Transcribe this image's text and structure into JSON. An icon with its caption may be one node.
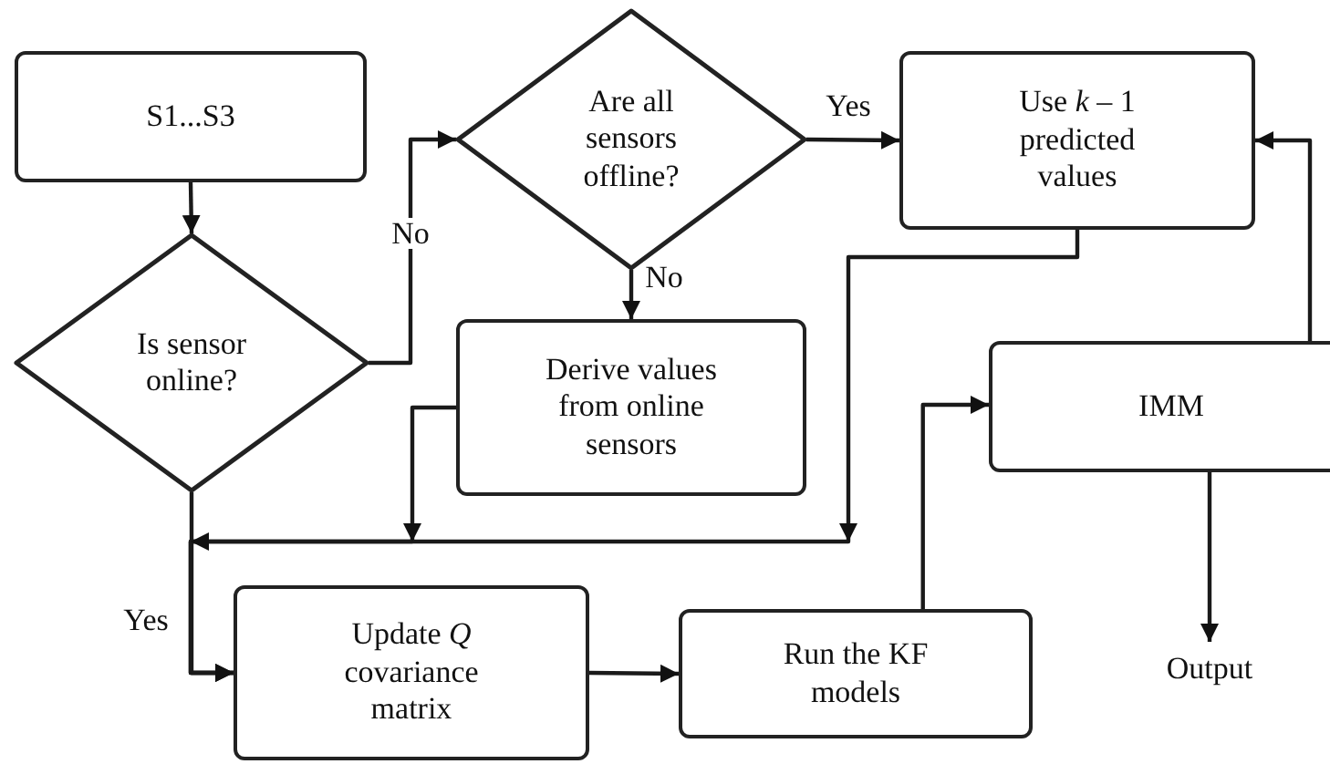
{
  "diagram": {
    "nodes": [
      {
        "text": [
          "S1...S3"
        ]
      },
      {
        "text": [
          "Is sensor online?"
        ]
      },
      {
        "text": [
          "Are all sensors offline?"
        ]
      },
      {
        "text": [
          "Use *k* – 1 predicted values"
        ]
      },
      {
        "text": [
          "Derive values from online sensors"
        ]
      },
      {
        "text": [
          "IMM"
        ]
      },
      {
        "text": [
          "Update *Q* covariance matrix"
        ]
      },
      {
        "text": [
          "Run the KF models"
        ]
      },
      {
        "text": [
          "Output"
        ]
      }
    ],
    "edges": [
      {
        "from": 0,
        "to": 1,
        "arrow": "to"
      },
      {
        "from": 1,
        "to": 2,
        "arrow": "to",
        "label": "No"
      },
      {
        "from": 2,
        "to": 3,
        "arrow": "to",
        "label": "Yes"
      },
      {
        "from": 2,
        "to": 4,
        "arrow": "to",
        "label": "No"
      },
      {
        "from": 1,
        "to": 6,
        "arrow": "to",
        "label": "Yes"
      },
      {
        "from": 4,
        "to": 6,
        "arrow": "to"
      },
      {
        "from": 3,
        "to": 6,
        "arrow": "to"
      },
      {
        "from": 6,
        "to": 7,
        "arrow": "to"
      },
      {
        "from": 7,
        "to": 5,
        "arrow": "to"
      },
      {
        "from": 5,
        "to": 3,
        "arrow": "to"
      },
      {
        "from": 5,
        "to": 8,
        "arrow": "to"
      }
    ]
  }
}
